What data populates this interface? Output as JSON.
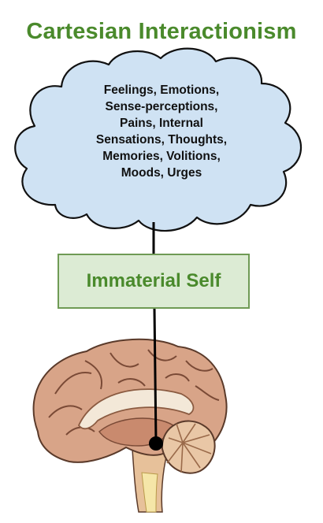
{
  "title": "Cartesian Interactionism",
  "cloud": {
    "lines": [
      "Feelings, Emotions,",
      "Sense-perceptions,",
      "Pains, Internal",
      "Sensations, Thoughts,",
      "Memories, Volitions,",
      "Moods, Urges"
    ],
    "icon": "cloud-shape",
    "fill_color": "#cfe2f3",
    "stroke_color": "#111111"
  },
  "self_box": {
    "label": "Immaterial Self",
    "fill_color": "#dcebd4",
    "border_color": "#6f9a55",
    "text_color": "#4a8a2c"
  },
  "brain": {
    "icon": "brain-sagittal-illustration",
    "tissue_color": "#d8a488",
    "pineal_point_icon": "pineal-gland-dot-icon"
  },
  "connector_color": "#000000"
}
